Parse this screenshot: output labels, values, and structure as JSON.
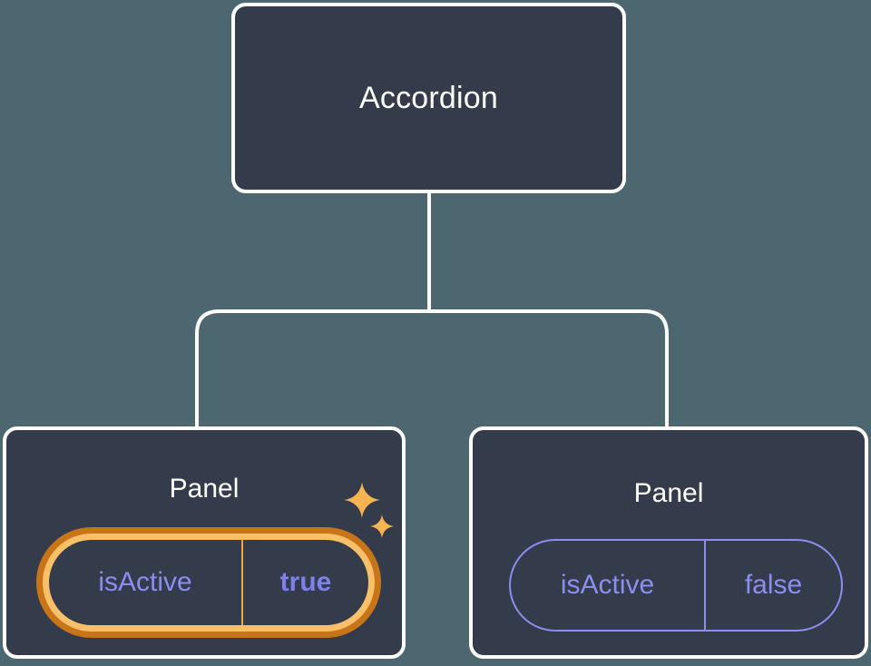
{
  "theme": {
    "background": "#4c6770",
    "node_fill": "#343b4a",
    "node_border": "#ffffff",
    "edge_color": "#ffffff",
    "prop_color": "#8b8ef0",
    "highlight_outer": "#c8751a",
    "highlight_inner": "#f9c069",
    "highlight_value": "#7d81e8",
    "sparkle_color": "#f6b352"
  },
  "tree": {
    "root": {
      "label": "Accordion"
    },
    "children": [
      {
        "label": "Panel",
        "highlighted": true,
        "prop": {
          "key": "isActive",
          "value": "true"
        },
        "decorations": [
          "sparkle-large",
          "sparkle-small"
        ]
      },
      {
        "label": "Panel",
        "highlighted": false,
        "prop": {
          "key": "isActive",
          "value": "false"
        },
        "decorations": []
      }
    ]
  }
}
